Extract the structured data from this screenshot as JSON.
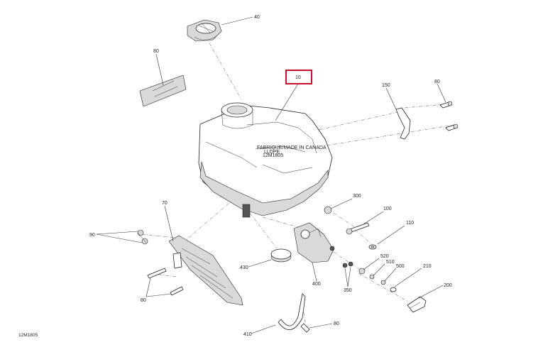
{
  "figure_id": "12M1805",
  "highlight": {
    "callout": "10",
    "color": "#c8102e"
  },
  "callouts": {
    "c40": "40",
    "c80_top_left": "80",
    "c10": "10",
    "c150": "150",
    "c80_top_right": "80",
    "c300": "300",
    "c100": "100",
    "c110": "110",
    "c70": "70",
    "c90": "90",
    "c520": "520",
    "c510": "510",
    "c500": "500",
    "c210": "210",
    "c430": "430",
    "c400": "400",
    "c350": "350",
    "c200": "200",
    "c80_bottom_left": "80",
    "c410": "410",
    "c80_bottom": "80"
  },
  "tank_label": {
    "line1": "FABRIQUE/MADE IN CANADA",
    "line2": "LLDPE",
    "line3": "12M1805"
  }
}
